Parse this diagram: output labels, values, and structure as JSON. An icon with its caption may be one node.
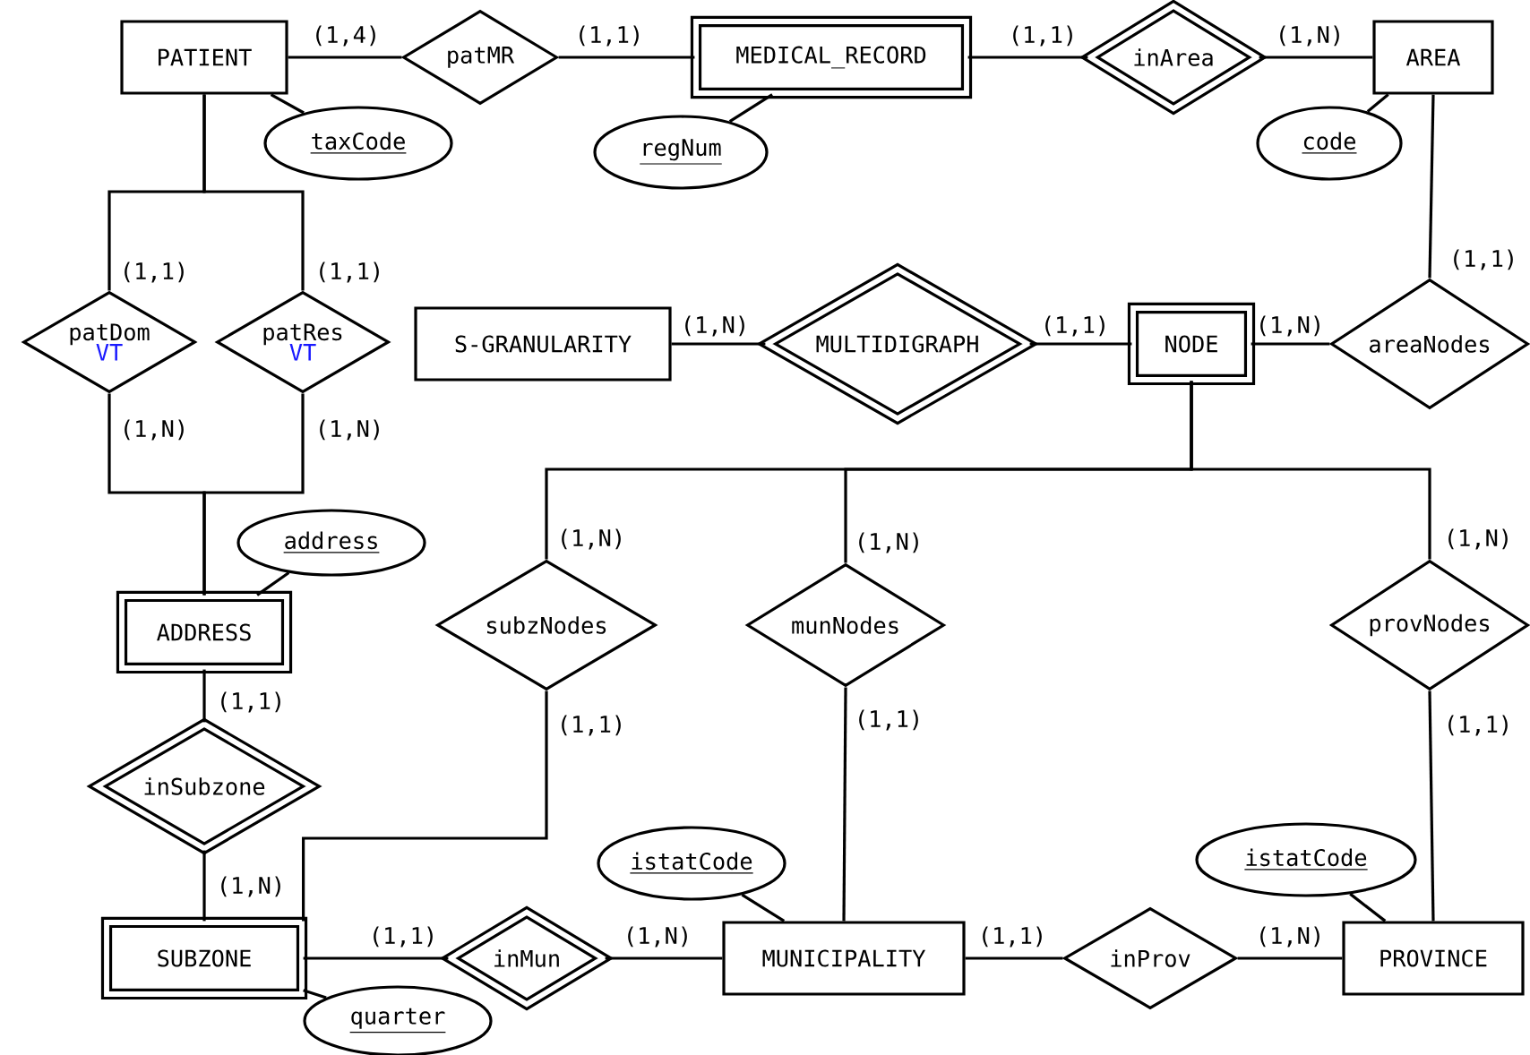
{
  "diagram": {
    "nodes": [
      {
        "text": [
          "PATIENT"
        ]
      },
      {
        "text": [
          "patMR"
        ]
      },
      {
        "text": [
          "MEDICAL_RECORD"
        ]
      },
      {
        "text": [
          "inArea"
        ]
      },
      {
        "text": [
          "AREA"
        ]
      },
      {
        "text": [
          "taxCode"
        ]
      },
      {
        "text": [
          "regNum"
        ]
      },
      {
        "text": [
          "code"
        ]
      },
      {
        "text": [
          "patDom",
          "VT"
        ]
      },
      {
        "text": [
          "patRes",
          "VT"
        ]
      },
      {
        "text": [
          "S-GRANULARITY"
        ]
      },
      {
        "text": [
          "MULTIDIGRAPH"
        ]
      },
      {
        "text": [
          "NODE"
        ]
      },
      {
        "text": [
          "areaNodes"
        ]
      },
      {
        "text": [
          "address"
        ]
      },
      {
        "text": [
          "subzNodes"
        ]
      },
      {
        "text": [
          "munNodes"
        ]
      },
      {
        "text": [
          "provNodes"
        ]
      },
      {
        "text": [
          "ADDRESS"
        ]
      },
      {
        "text": [
          "inSubzone"
        ]
      },
      {
        "text": [
          "istatCode"
        ]
      },
      {
        "text": [
          "istatCode"
        ]
      },
      {
        "text": [
          "SUBZONE"
        ]
      },
      {
        "text": [
          "inMun"
        ]
      },
      {
        "text": [
          "MUNICIPALITY"
        ]
      },
      {
        "text": [
          "inProv"
        ]
      },
      {
        "text": [
          "PROVINCE"
        ]
      },
      {
        "text": [
          "quarter"
        ]
      }
    ],
    "edges": [
      {
        "from": 0,
        "to": 1,
        "arrow": "none",
        "label": "(1,4)"
      },
      {
        "from": 1,
        "to": 2,
        "arrow": "none",
        "label": "(1,1)"
      },
      {
        "from": 2,
        "to": 3,
        "arrow": "none",
        "label": "(1,1)"
      },
      {
        "from": 3,
        "to": 4,
        "arrow": "none",
        "label": "(1,N)"
      },
      {
        "from": 0,
        "to": 5,
        "arrow": "none"
      },
      {
        "from": 2,
        "to": 6,
        "arrow": "none"
      },
      {
        "from": 4,
        "to": 7,
        "arrow": "none"
      },
      {
        "from": 0,
        "to": 8,
        "arrow": "none",
        "label": "(1,1)"
      },
      {
        "from": 0,
        "to": 9,
        "arrow": "none",
        "label": "(1,1)"
      },
      {
        "from": 8,
        "to": 18,
        "arrow": "none",
        "label": "(1,N)"
      },
      {
        "from": 9,
        "to": 18,
        "arrow": "none",
        "label": "(1,N)"
      },
      {
        "from": 18,
        "to": 14,
        "arrow": "none"
      },
      {
        "from": 10,
        "to": 11,
        "arrow": "none",
        "label": "(1,N)"
      },
      {
        "from": 11,
        "to": 12,
        "arrow": "none",
        "label": "(1,1)"
      },
      {
        "from": 12,
        "to": 13,
        "arrow": "none",
        "label": "(1,N)"
      },
      {
        "from": 4,
        "to": 13,
        "arrow": "none",
        "label": "(1,1)"
      },
      {
        "from": 12,
        "to": 15,
        "arrow": "none",
        "label": "(1,N)"
      },
      {
        "from": 12,
        "to": 16,
        "arrow": "none",
        "label": "(1,N)"
      },
      {
        "from": 12,
        "to": 17,
        "arrow": "none",
        "label": "(1,N)"
      },
      {
        "from": 18,
        "to": 19,
        "arrow": "none",
        "label": "(1,1)"
      },
      {
        "from": 19,
        "to": 22,
        "arrow": "none",
        "label": "(1,N)"
      },
      {
        "from": 15,
        "to": 22,
        "arrow": "none",
        "label": "(1,1)"
      },
      {
        "from": 22,
        "to": 23,
        "arrow": "none",
        "label": "(1,1)"
      },
      {
        "from": 23,
        "to": 24,
        "arrow": "none",
        "label": "(1,N)"
      },
      {
        "from": 16,
        "to": 24,
        "arrow": "none",
        "label": "(1,1)"
      },
      {
        "from": 24,
        "to": 25,
        "arrow": "none",
        "label": "(1,1)"
      },
      {
        "from": 25,
        "to": 26,
        "arrow": "none",
        "label": "(1,N)"
      },
      {
        "from": 17,
        "to": 26,
        "arrow": "none",
        "label": "(1,1)"
      },
      {
        "from": 24,
        "to": 20,
        "arrow": "none"
      },
      {
        "from": 26,
        "to": 21,
        "arrow": "none"
      },
      {
        "from": 22,
        "to": 27,
        "arrow": "none"
      }
    ]
  }
}
